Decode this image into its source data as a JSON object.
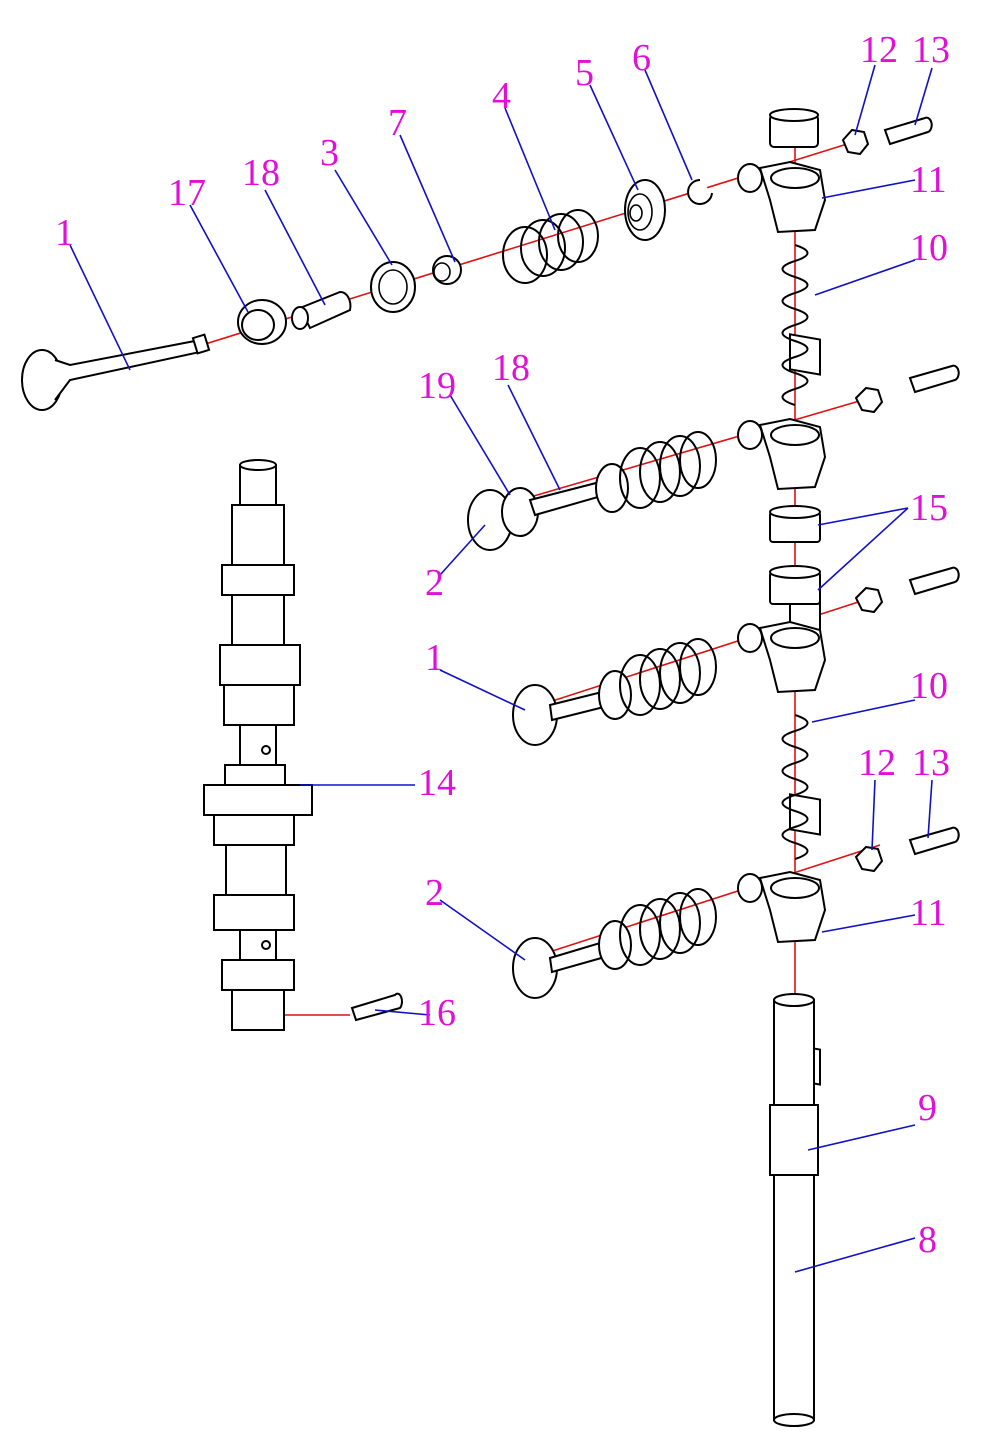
{
  "colors": {
    "axis": "#e01010",
    "leader": "#1010c8",
    "callout": "#e010d8",
    "line_art": "#000000"
  },
  "callouts": {
    "c1_top": "1",
    "c17": "17",
    "c18_top": "18",
    "c3": "3",
    "c7": "7",
    "c4": "4",
    "c5": "5",
    "c6": "6",
    "c12_top": "12",
    "c13_top": "13",
    "c11_top": "11",
    "c10_top": "10",
    "c19": "19",
    "c18_mid": "18",
    "c2_mid": "2",
    "c15": "15",
    "c1_mid": "1",
    "c10_mid": "10",
    "c14": "14",
    "c12_bot": "12",
    "c13_bot": "13",
    "c2_bot": "2",
    "c11_bot": "11",
    "c16": "16",
    "c9": "9",
    "c8": "8"
  }
}
